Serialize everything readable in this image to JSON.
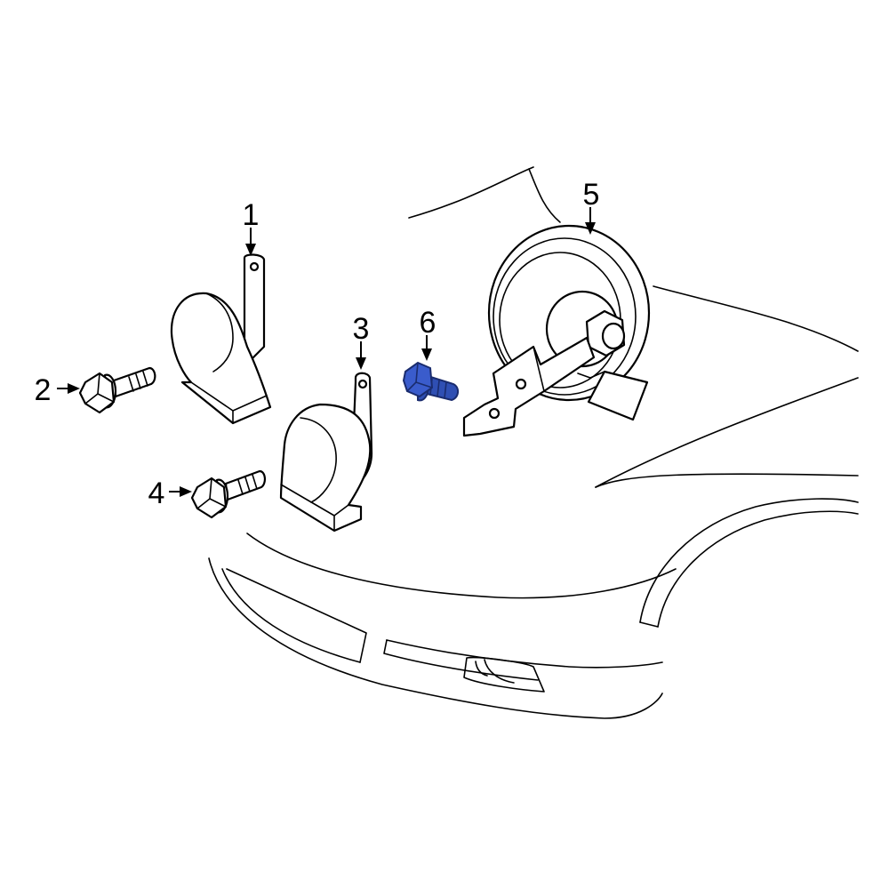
{
  "callouts": [
    {
      "id": "1",
      "label": "1"
    },
    {
      "id": "2",
      "label": "2"
    },
    {
      "id": "3",
      "label": "3"
    },
    {
      "id": "4",
      "label": "4"
    },
    {
      "id": "5",
      "label": "5"
    },
    {
      "id": "6",
      "label": "6"
    }
  ],
  "colors": {
    "line": "#000000",
    "background": "#ffffff",
    "highlight_fill": "#2f4fb3",
    "highlight_stroke": "#1a2c6e"
  },
  "highlighted_part": "6"
}
